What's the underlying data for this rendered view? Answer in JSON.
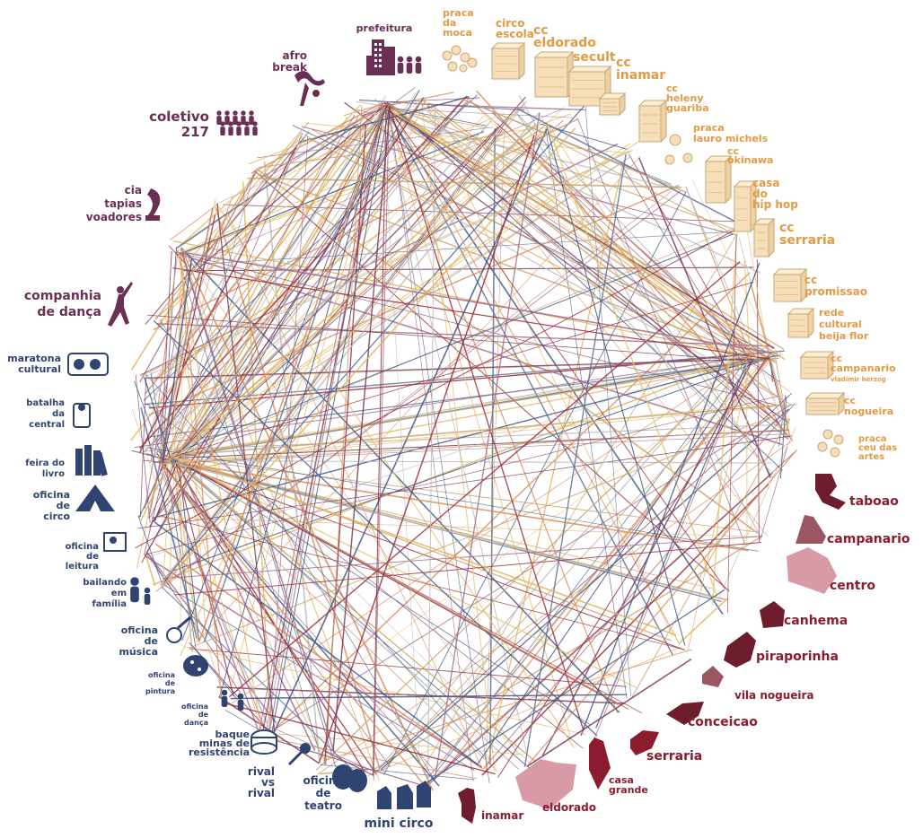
{
  "palette": {
    "purple": "#6b2f55",
    "orange": "#e39a45",
    "spaceFill": "#f6dfb8",
    "spaceStroke": "#c9a777",
    "navy": "#2f4470",
    "red": "#8c1c2d",
    "regionLight": "#d89aa6",
    "regionMid": "#9a5662",
    "regionDark": "#6d1d2c",
    "lineColors": [
      "#e3b15b",
      "#d98a5a",
      "#3b5685",
      "#7a3a5c",
      "#b8b8b8",
      "#9b2b3a",
      "#c9a26b",
      "#5b6e96",
      "#e6c77a",
      "#a36b8a"
    ]
  },
  "groups": {
    "collectives": [
      "prefeitura",
      "afro break",
      "coletivo 217",
      "cia tapias voadores",
      "companhia de dança"
    ],
    "spaces": [
      "praca da moca",
      "circo escola",
      "cc eldorado",
      "secult",
      "cc inamar",
      "cc heleny guariba",
      "praca lauro michels",
      "cc okinawa",
      "casa do hip hop",
      "cc serraria",
      "cc promissao",
      "rede cultural beija flor",
      "cc campanario",
      "cc nogueira",
      "praca ceu das artes"
    ],
    "activities": [
      "maratona cultural",
      "batalha da central",
      "feira do livro",
      "oficina de circo",
      "oficina de leitura",
      "bailando em família",
      "oficina de música",
      "oficina de pintura",
      "oficina de dança",
      "baque minas de resistência",
      "rival vs rival",
      "oficina de teatro",
      "mini circo"
    ],
    "regions": [
      "taboao",
      "campanario",
      "centro",
      "canhema",
      "piraporinha",
      "vila nogueira",
      "conceicao",
      "serraria",
      "casa grande",
      "eldorado",
      "inamar"
    ]
  },
  "labels": {
    "prefeitura": [
      "prefeitura"
    ],
    "afro_break": [
      "afro",
      "break"
    ],
    "coletivo_217": [
      "coletivo",
      "217"
    ],
    "cia_tapias": [
      "cia",
      "tapias",
      "voadores"
    ],
    "companhia_danca": [
      "companhia",
      "de dança"
    ],
    "praca_moca": [
      "praca",
      "da",
      "moca"
    ],
    "circo_escola": [
      "circo",
      "escola"
    ],
    "cc_eldorado": [
      "cc",
      "eldorado"
    ],
    "secult": [
      "secult"
    ],
    "cc_inamar": [
      "cc",
      "inamar"
    ],
    "cc_heleny": [
      "cc",
      "heleny",
      "guariba"
    ],
    "praca_lauro": [
      "praca",
      "lauro michels"
    ],
    "cc_okinawa": [
      "cc",
      "okinawa"
    ],
    "casa_hiphop": [
      "casa",
      "do",
      "hip hop"
    ],
    "cc_serraria": [
      "cc",
      "serraria"
    ],
    "cc_promissao": [
      "cc",
      "promissao"
    ],
    "rede_cultural": [
      "rede",
      "cultural",
      "beija flor"
    ],
    "cc_campanario": [
      "cc",
      "campanario",
      "vladimir herzog"
    ],
    "cc_nogueira": [
      "cc",
      "nogueira"
    ],
    "praca_ceu": [
      "praca",
      "ceu das",
      "artes"
    ],
    "maratona": [
      "maratona",
      "cultural"
    ],
    "batalha": [
      "batalha",
      "da",
      "central"
    ],
    "feira": [
      "feira do",
      "livro"
    ],
    "oficina_circo": [
      "oficina",
      "de",
      "circo"
    ],
    "oficina_leitura": [
      "oficina",
      "de",
      "leitura"
    ],
    "bailando": [
      "bailando",
      "em",
      "família"
    ],
    "oficina_musica": [
      "oficina",
      "de",
      "música"
    ],
    "oficina_pintura": [
      "oficina",
      "de",
      "pintura"
    ],
    "oficina_danca": [
      "oficina",
      "de",
      "dança"
    ],
    "baque": [
      "baque",
      "minas de",
      "resistência"
    ],
    "rival": [
      "rival",
      "vs",
      "rival"
    ],
    "oficina_teatro": [
      "oficina",
      "de",
      "teatro"
    ],
    "mini_circo": [
      "mini circo"
    ],
    "taboao": [
      "taboao"
    ],
    "campanario": [
      "campanario"
    ],
    "centro": [
      "centro"
    ],
    "canhema": [
      "canhema"
    ],
    "piraporinha": [
      "piraporinha"
    ],
    "vila_nogueira": [
      "vila nogueira"
    ],
    "conceicao": [
      "conceicao"
    ],
    "serraria": [
      "serraria"
    ],
    "casa_grande": [
      "casa",
      "grande"
    ],
    "eldorado": [
      "eldorado"
    ],
    "inamar": [
      "inamar"
    ]
  },
  "network": {
    "seed": 217,
    "edge_count": 420,
    "hubs": [
      "prefeitura",
      "oficina de circo",
      "maratona cultural",
      "companhia de dança"
    ]
  }
}
